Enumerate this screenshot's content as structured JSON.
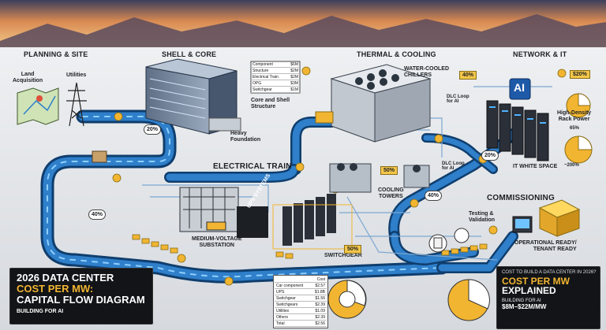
{
  "sections": {
    "planning": "PLANNING & SITE",
    "shell": "SHELL & CORE",
    "thermal": "THERMAL & COOLING",
    "network": "NETWORK & IT",
    "electrical": "ELECTRICAL TRAIN",
    "commissioning": "COMMISSIONING"
  },
  "labels": {
    "land": "Land\nAcquisition",
    "utilities": "Utilities",
    "core_shell": "Core and Shell\nStructure",
    "heavy_foundation": "Heavy\nFoundation",
    "water_chillers": "WATER-COOLED\nCHILLERS",
    "dlc_loop_1": "DLC Loop\nfor AI",
    "dlc_loop_2": "DLC Loop\nfor AI",
    "cooling_towers": "COOLING\nTOWERS",
    "high_density": "High-Density\nRack Power",
    "it_white_space": "IT WHITE SPACE",
    "mv_substation": "MEDIUM-VOLTAGE\nSUBSTATION",
    "ups_systems": "UPS SYSTEMS",
    "switchgear": "SWITCHGEAR",
    "testing": "Testing &\nValidation",
    "operational": "OPERATIONAL READY/\nTENANT READY",
    "ai_chip": "AI"
  },
  "percentages": {
    "p20_shell": "20%",
    "p40_thermal": "40%",
    "p20_network": "$20%",
    "p65": "65%",
    "p200": "~200%",
    "p50_towers": "50%",
    "p20_right": "20%",
    "p40_right": "40%",
    "p40_left": "40%",
    "p50_switch": "50%"
  },
  "shell_table": {
    "rows": [
      {
        "k": "Component",
        "v": "$6M"
      },
      {
        "k": "Structure",
        "v": "$2M"
      },
      {
        "k": "Electrical Train",
        "v": "$2M"
      },
      {
        "k": "OPG",
        "v": "$3M"
      },
      {
        "k": "Switchgear",
        "v": "$1M"
      }
    ]
  },
  "cost_table": {
    "header": "Cost",
    "rows": [
      {
        "k": "Car component",
        "v": "$2.57"
      },
      {
        "k": "UPS",
        "v": "$1.8B"
      },
      {
        "k": "Switchgear",
        "v": "$1.56"
      },
      {
        "k": "Switchgears",
        "v": "$2.39"
      },
      {
        "k": "Utilities",
        "v": "$1.09"
      },
      {
        "k": "Others",
        "v": "$2.39"
      },
      {
        "k": "Total",
        "v": "$2.56"
      }
    ]
  },
  "title_left": {
    "line1": "2026 DATA CENTER",
    "line2": "COST PER MW:",
    "line3": "CAPITAL FLOW DIAGRAM",
    "line4": "BUILDING FOR AI"
  },
  "title_right": {
    "line1": "COST TO BUILD A DATA CENTER IN 2026?",
    "line2": "COST PER MW",
    "line3": "EXPLAINED",
    "line4": "BUILDING FOR AI",
    "line5": "$8M–$22M/MW"
  },
  "colors": {
    "pipe": "#1d5f9e",
    "pipe_light": "#5fb0ea",
    "coin": "#f2b531",
    "dark": "#121417"
  }
}
